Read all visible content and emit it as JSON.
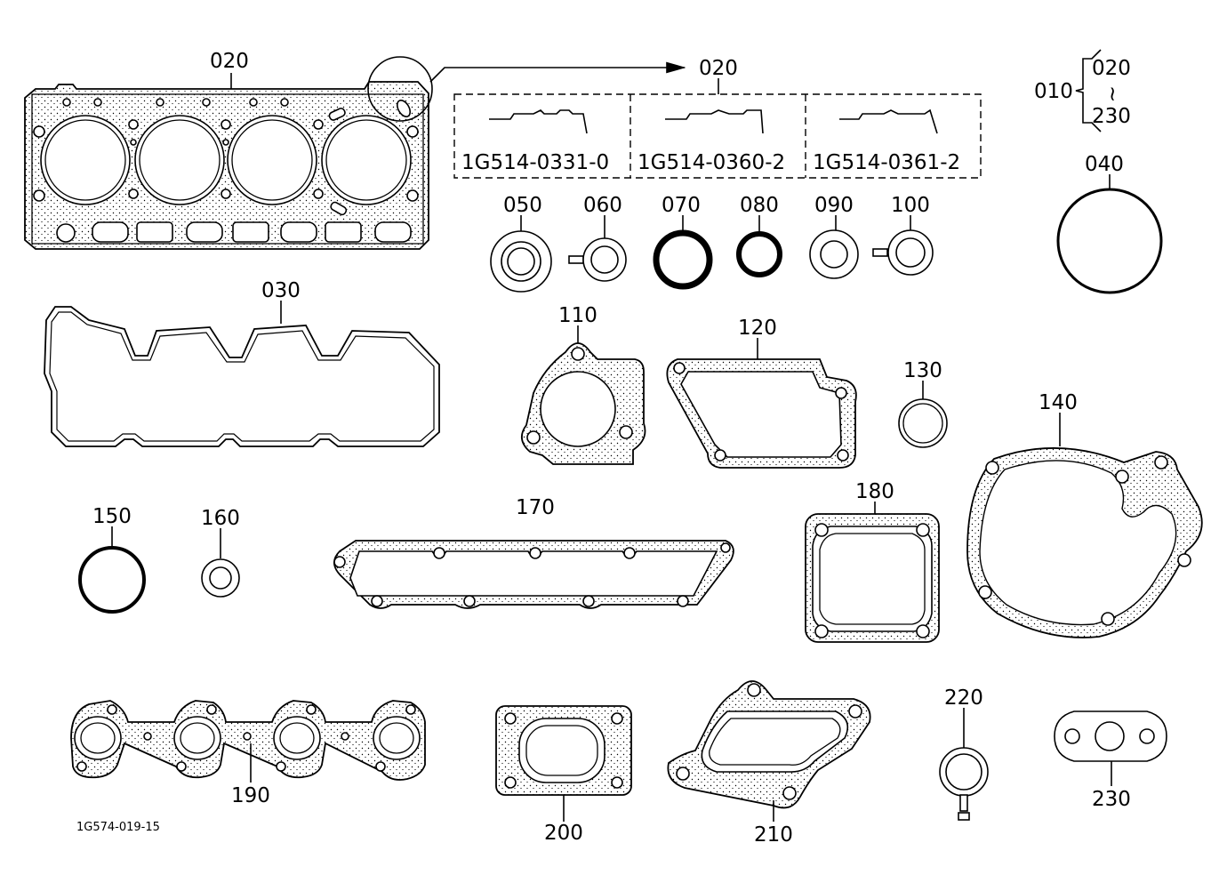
{
  "figure_id": "1G574-019-15",
  "labels": {
    "p010": "010",
    "p020_range_start": "020",
    "p020_range_tilde": "~",
    "p020_range_end": "230",
    "p020": "020",
    "p020_detail": "020",
    "p030": "030",
    "p040": "040",
    "p050": "050",
    "p060": "060",
    "p070": "070",
    "p080": "080",
    "p090": "090",
    "p100": "100",
    "p110": "110",
    "p120": "120",
    "p130": "130",
    "p140": "140",
    "p150": "150",
    "p160": "160",
    "p170": "170",
    "p180": "180",
    "p190": "190",
    "p200": "200",
    "p210": "210",
    "p220": "220",
    "p230": "230"
  },
  "variants": [
    "1G514-0331-0",
    "1G514-0360-2",
    "1G514-0361-2"
  ]
}
